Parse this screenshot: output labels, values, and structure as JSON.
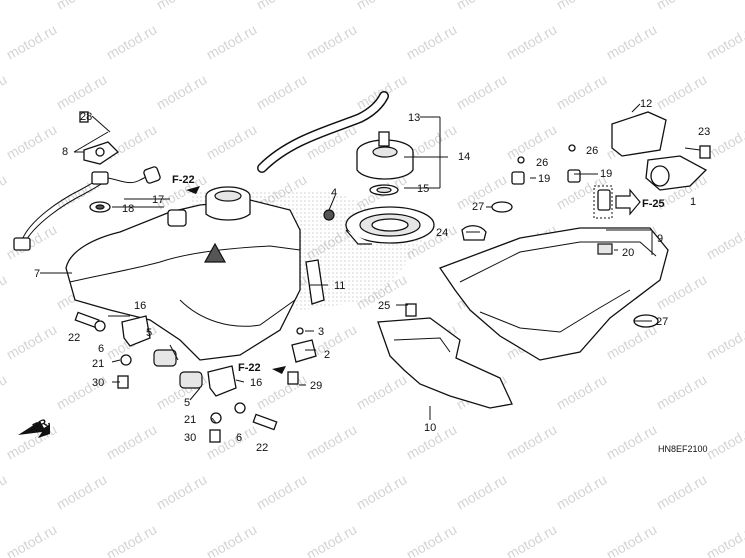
{
  "watermark": "motod.ru",
  "diagram_code": "HN8EF2100",
  "direction_label": "FR.",
  "refs": {
    "f22_top": "F-22",
    "f22_bottom": "F-22",
    "f25": "F-25"
  },
  "callouts": {
    "c1": "1",
    "c2": "2",
    "c3": "3",
    "c4": "4",
    "c5a": "5",
    "c5b": "5",
    "c6a": "6",
    "c6b": "6",
    "c7": "7",
    "c8": "8",
    "c9": "9",
    "c10": "10",
    "c11": "11",
    "c12": "12",
    "c13": "13",
    "c14": "14",
    "c15": "15",
    "c16a": "16",
    "c16b": "16",
    "c17": "17",
    "c18": "18",
    "c19a": "19",
    "c19b": "19",
    "c20": "20",
    "c21a": "21",
    "c21b": "21",
    "c22a": "22",
    "c22b": "22",
    "c23": "23",
    "c24": "24",
    "c25": "25",
    "c26a": "26",
    "c26b": "26",
    "c27a": "27",
    "c27b": "27",
    "c28": "28",
    "c29": "29",
    "c30a": "30",
    "c30b": "30"
  }
}
